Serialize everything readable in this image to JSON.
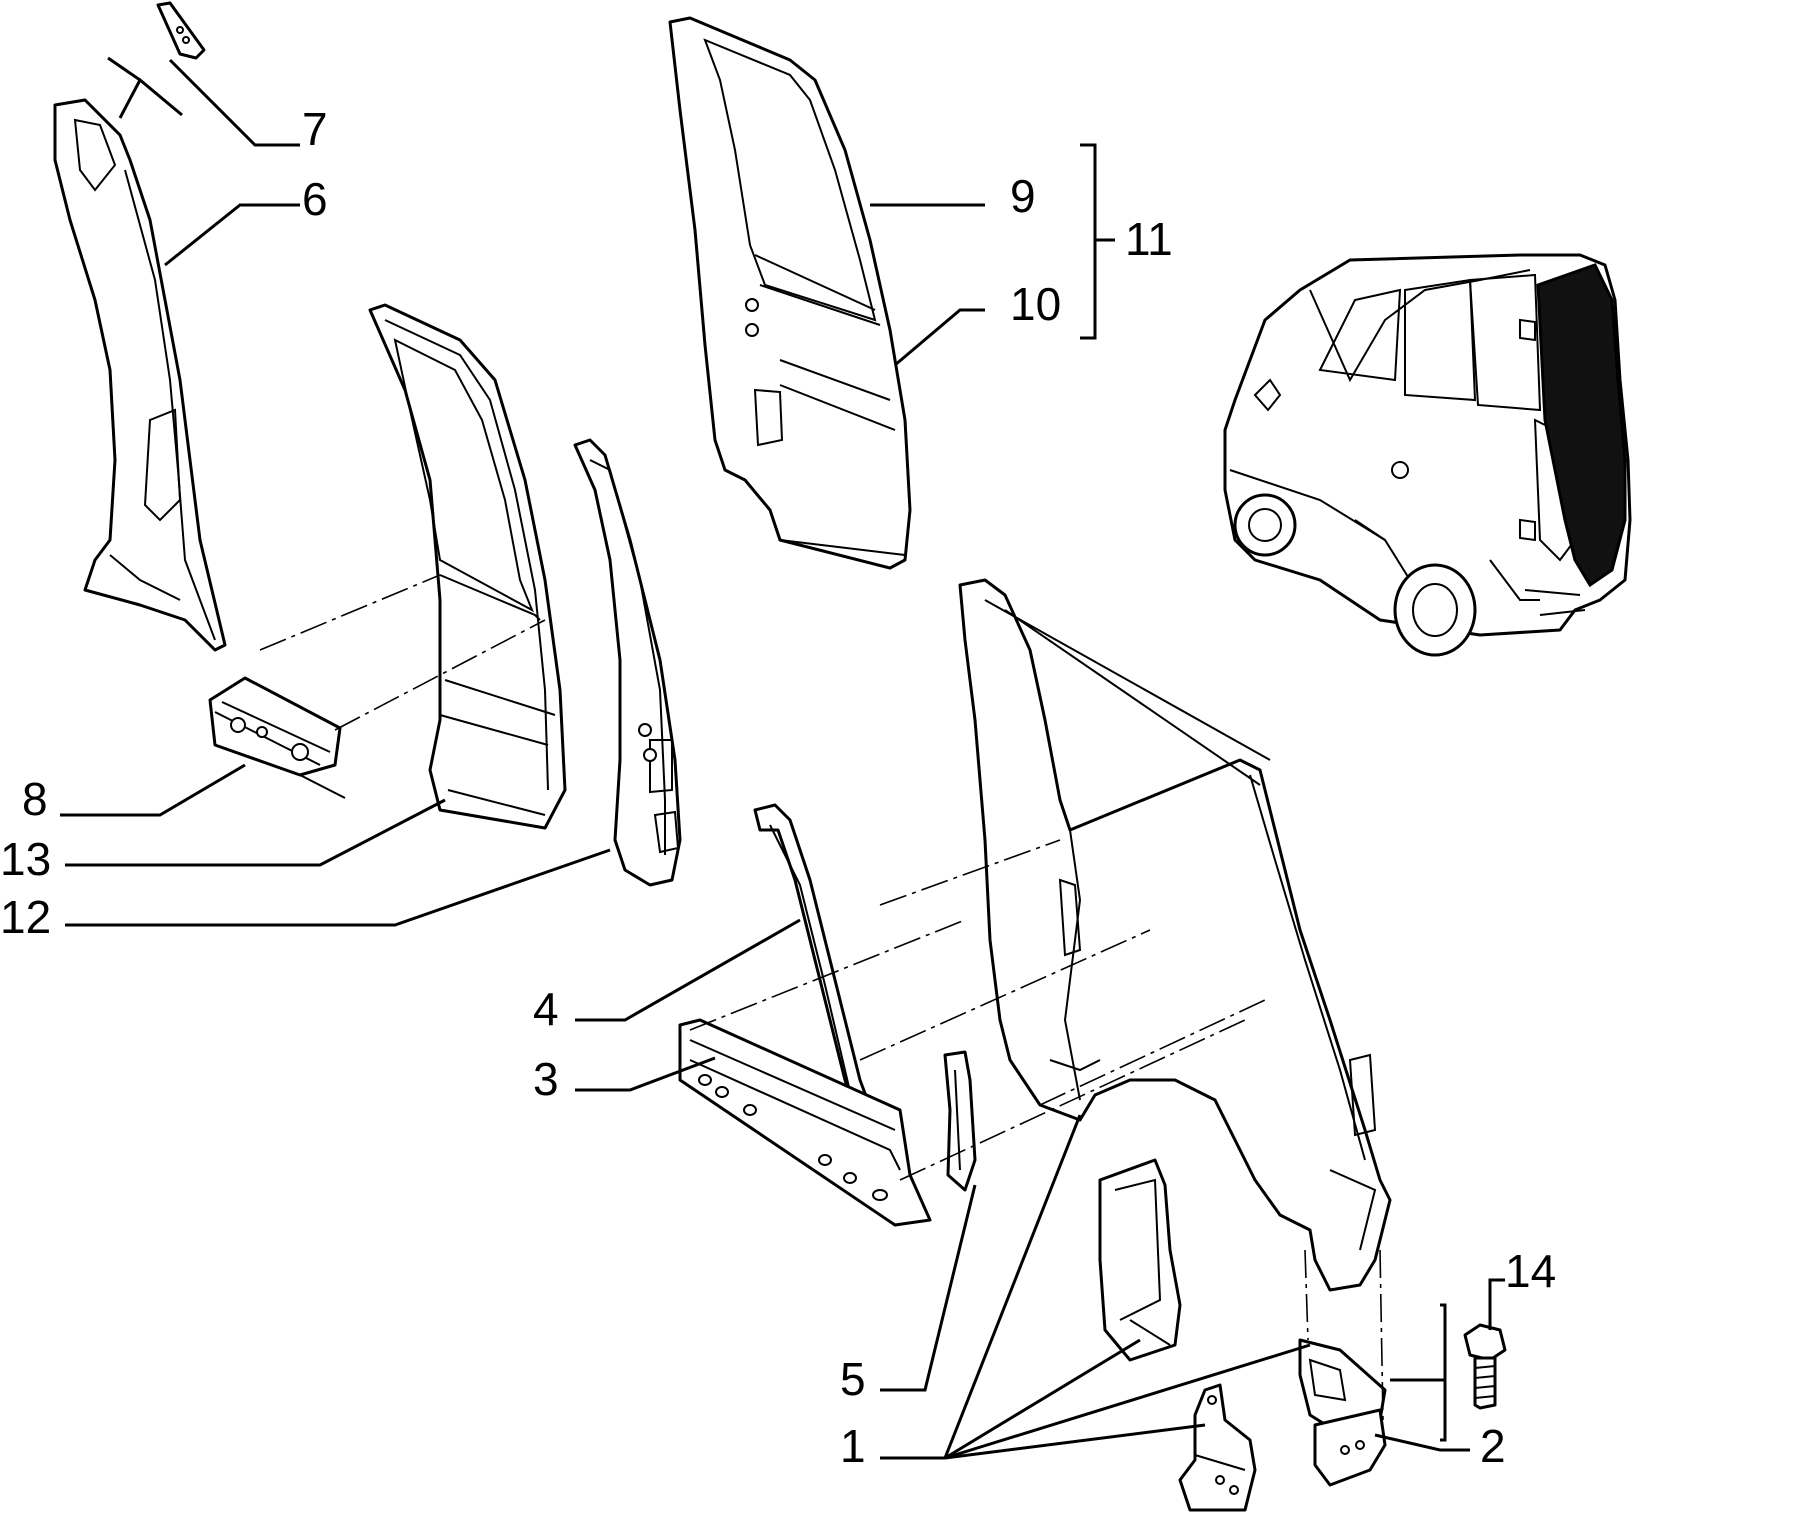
{
  "callouts": [
    {
      "id": "1",
      "text": "1"
    },
    {
      "id": "2",
      "text": "2"
    },
    {
      "id": "3",
      "text": "3"
    },
    {
      "id": "4",
      "text": "4"
    },
    {
      "id": "5",
      "text": "5"
    },
    {
      "id": "6",
      "text": "6"
    },
    {
      "id": "7",
      "text": "7"
    },
    {
      "id": "8",
      "text": "8"
    },
    {
      "id": "9",
      "text": "9"
    },
    {
      "id": "10",
      "text": "10"
    },
    {
      "id": "11",
      "text": "11"
    },
    {
      "id": "12",
      "text": "12"
    },
    {
      "id": "13",
      "text": "13"
    },
    {
      "id": "14",
      "text": "14"
    }
  ],
  "colors": {
    "line": "#000000",
    "background": "#ffffff",
    "glass": "#111111"
  }
}
